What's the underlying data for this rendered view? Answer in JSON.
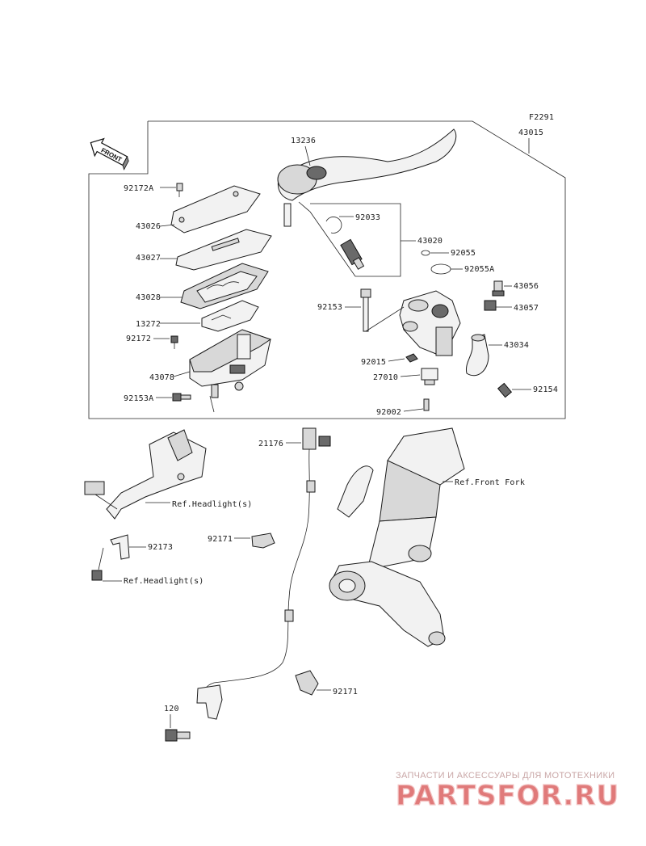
{
  "diagram": {
    "figure_code": "F2291",
    "front_badge": "FRONT",
    "labels": {
      "l43015": "43015",
      "l13236": "13236",
      "l92172A": "92172A",
      "l43026": "43026",
      "l43027": "43027",
      "l43028": "43028",
      "l13272": "13272",
      "l92172": "92172",
      "l43078": "43078",
      "l92153A": "92153A",
      "l92033": "92033",
      "l43020": "43020",
      "l92055": "92055",
      "l92055A": "92055A",
      "l43056": "43056",
      "l43057": "43057",
      "l92153": "92153",
      "l43034": "43034",
      "l92015": "92015",
      "l27010": "27010",
      "l92154": "92154",
      "l92002": "92002",
      "l21176": "21176",
      "lRefFork": "Ref.Front Fork",
      "lRefHead1": "Ref.Headlight(s)",
      "l92171a": "92171",
      "l92173": "92173",
      "lRefHead2": "Ref.Headlight(s)",
      "l92171b": "92171",
      "l120": "120"
    }
  },
  "watermark": {
    "tagline": "ЗАПЧАСТИ И АКСЕССУАРЫ ДЛЯ МОТОТЕХНИКИ",
    "logo": "PARTSFOR.RU",
    "color_main": "#d96a6a",
    "color_light": "#f0b8b8"
  }
}
